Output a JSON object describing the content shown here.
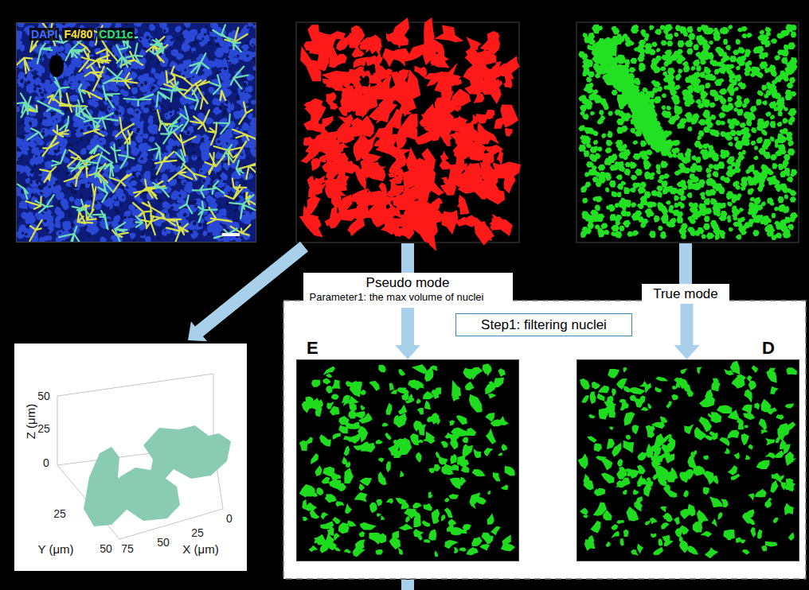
{
  "diagram": {
    "nodes": [
      {
        "text": [
          "DAPI",
          "F4/80",
          "CD11c"
        ]
      },
      {
        "text": [
          "Z (μm)",
          "Y (μm)",
          "X (μm)"
        ]
      },
      {
        "text": [
          "Pseudo mode",
          "Parameter1: the max volume of nuclei"
        ]
      },
      {
        "text": [
          "True mode"
        ]
      },
      {
        "text": [
          "Step1: filtering nuclei"
        ]
      },
      {
        "text": [
          "E"
        ]
      },
      {
        "text": [
          "D"
        ]
      }
    ],
    "edges": [
      {
        "from": 2,
        "to": 5,
        "arrow": "to"
      },
      {
        "from": 3,
        "to": 6,
        "arrow": "to"
      }
    ],
    "labels": [
      "50",
      "25",
      "0",
      "25",
      "50",
      "75",
      "0",
      "25",
      "50"
    ]
  }
}
